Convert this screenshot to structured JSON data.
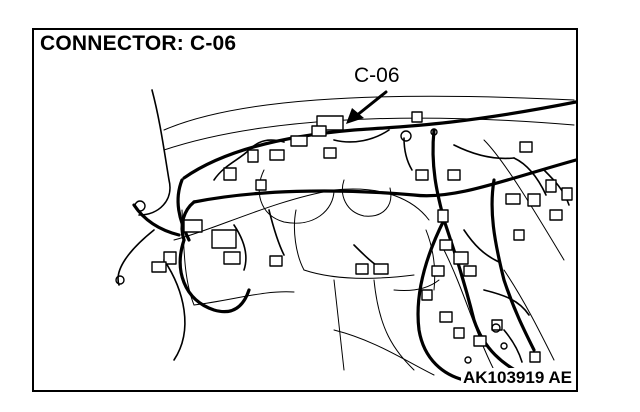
{
  "diagram": {
    "title": "CONNECTOR: C-06",
    "callout_label": "C-06",
    "figure_code": "AK103919 AE"
  },
  "colors": {
    "line": "#000000",
    "background": "#ffffff"
  }
}
